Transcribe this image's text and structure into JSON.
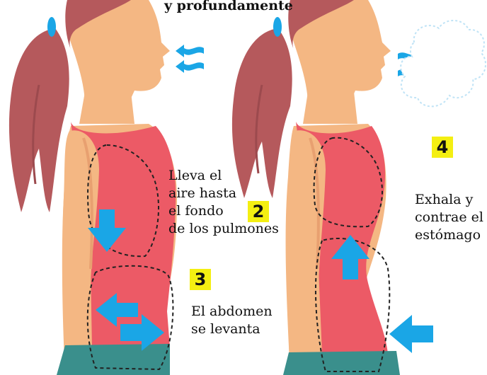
{
  "top_caption": "y profundamente",
  "step2": {
    "number": "2",
    "lines": [
      "Lleva el",
      "aire hasta",
      "el fondo",
      "de los pulmones"
    ]
  },
  "step3": {
    "number": "3",
    "lines": [
      "El abdomen",
      "se levanta"
    ]
  },
  "step4": {
    "number": "4",
    "lines": [
      "Exhala y",
      "contrae el",
      "estómago"
    ]
  },
  "colors": {
    "skin": "#f4b783",
    "skin_shade": "#e8a070",
    "hair": "#b5595c",
    "hair_dark": "#9c4a4e",
    "tank_top": "#ec5a66",
    "pants": "#3a8f8c",
    "arrow": "#1aa6e6",
    "badge": "#f4ef12",
    "cloud": "#d7eefa"
  },
  "icons": [
    "inhale-arrows-icon",
    "exhale-arrows-icon",
    "breath-cloud-icon",
    "down-arrow-icon",
    "up-arrow-icon",
    "double-arrow-icon",
    "left-arrow-icon"
  ]
}
